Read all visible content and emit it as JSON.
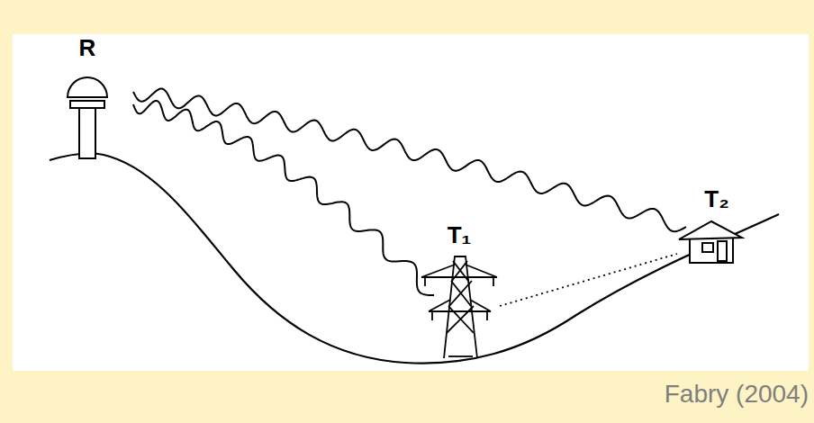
{
  "diagram": {
    "caption": "Fabry (2004)",
    "labels": [
      "R",
      "T₁",
      "T₂"
    ]
  }
}
